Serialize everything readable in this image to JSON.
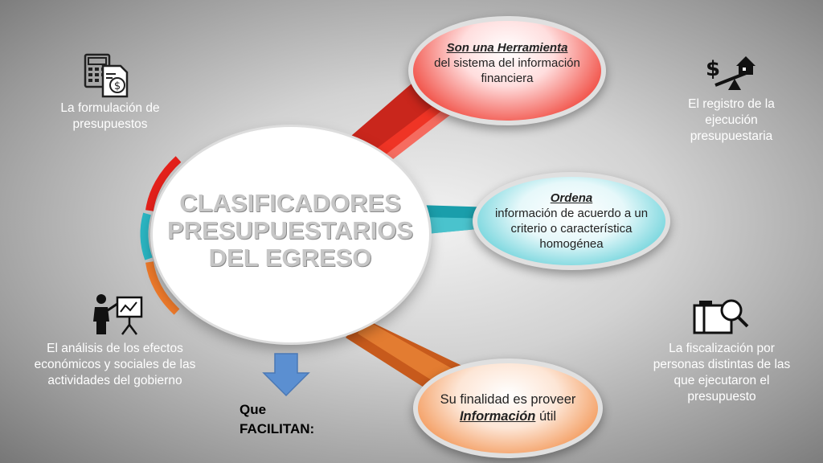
{
  "center": {
    "title_lines": [
      "CLASIFICADORES",
      "PRESUPUESTARIOS",
      "DEL EGRESO"
    ]
  },
  "ovals": [
    {
      "title": "Son una Herramienta",
      "body": "del sistema del  información financiera",
      "color": "#e8231c"
    },
    {
      "title": "Ordena",
      "body": "información de acuerdo a un criterio o característica homogénea",
      "color": "#2bb6c3"
    },
    {
      "prefix": "Su finalidad es proveer",
      "title": "Información",
      "suffix": "útil",
      "color": "#ee7a2b"
    }
  ],
  "side_items": [
    {
      "icon": "calculator-invoice-icon",
      "text": "La formulación de presupuestos"
    },
    {
      "icon": "seesaw-money-house-icon",
      "text": "El registro de la ejecución presupuestaria"
    },
    {
      "icon": "presenter-chart-icon",
      "text": "El análisis de los efectos económicos y sociales de las actividades del gobierno"
    },
    {
      "icon": "folder-magnifier-icon",
      "text": "La fiscalización por personas distintas de las que ejecutaron el presupuesto"
    }
  ],
  "arrow": {
    "icon": "arrow-down-icon",
    "color": "#5b8fd1"
  },
  "facilitan": {
    "line1": "Que",
    "line2": "FACILITAN:"
  }
}
